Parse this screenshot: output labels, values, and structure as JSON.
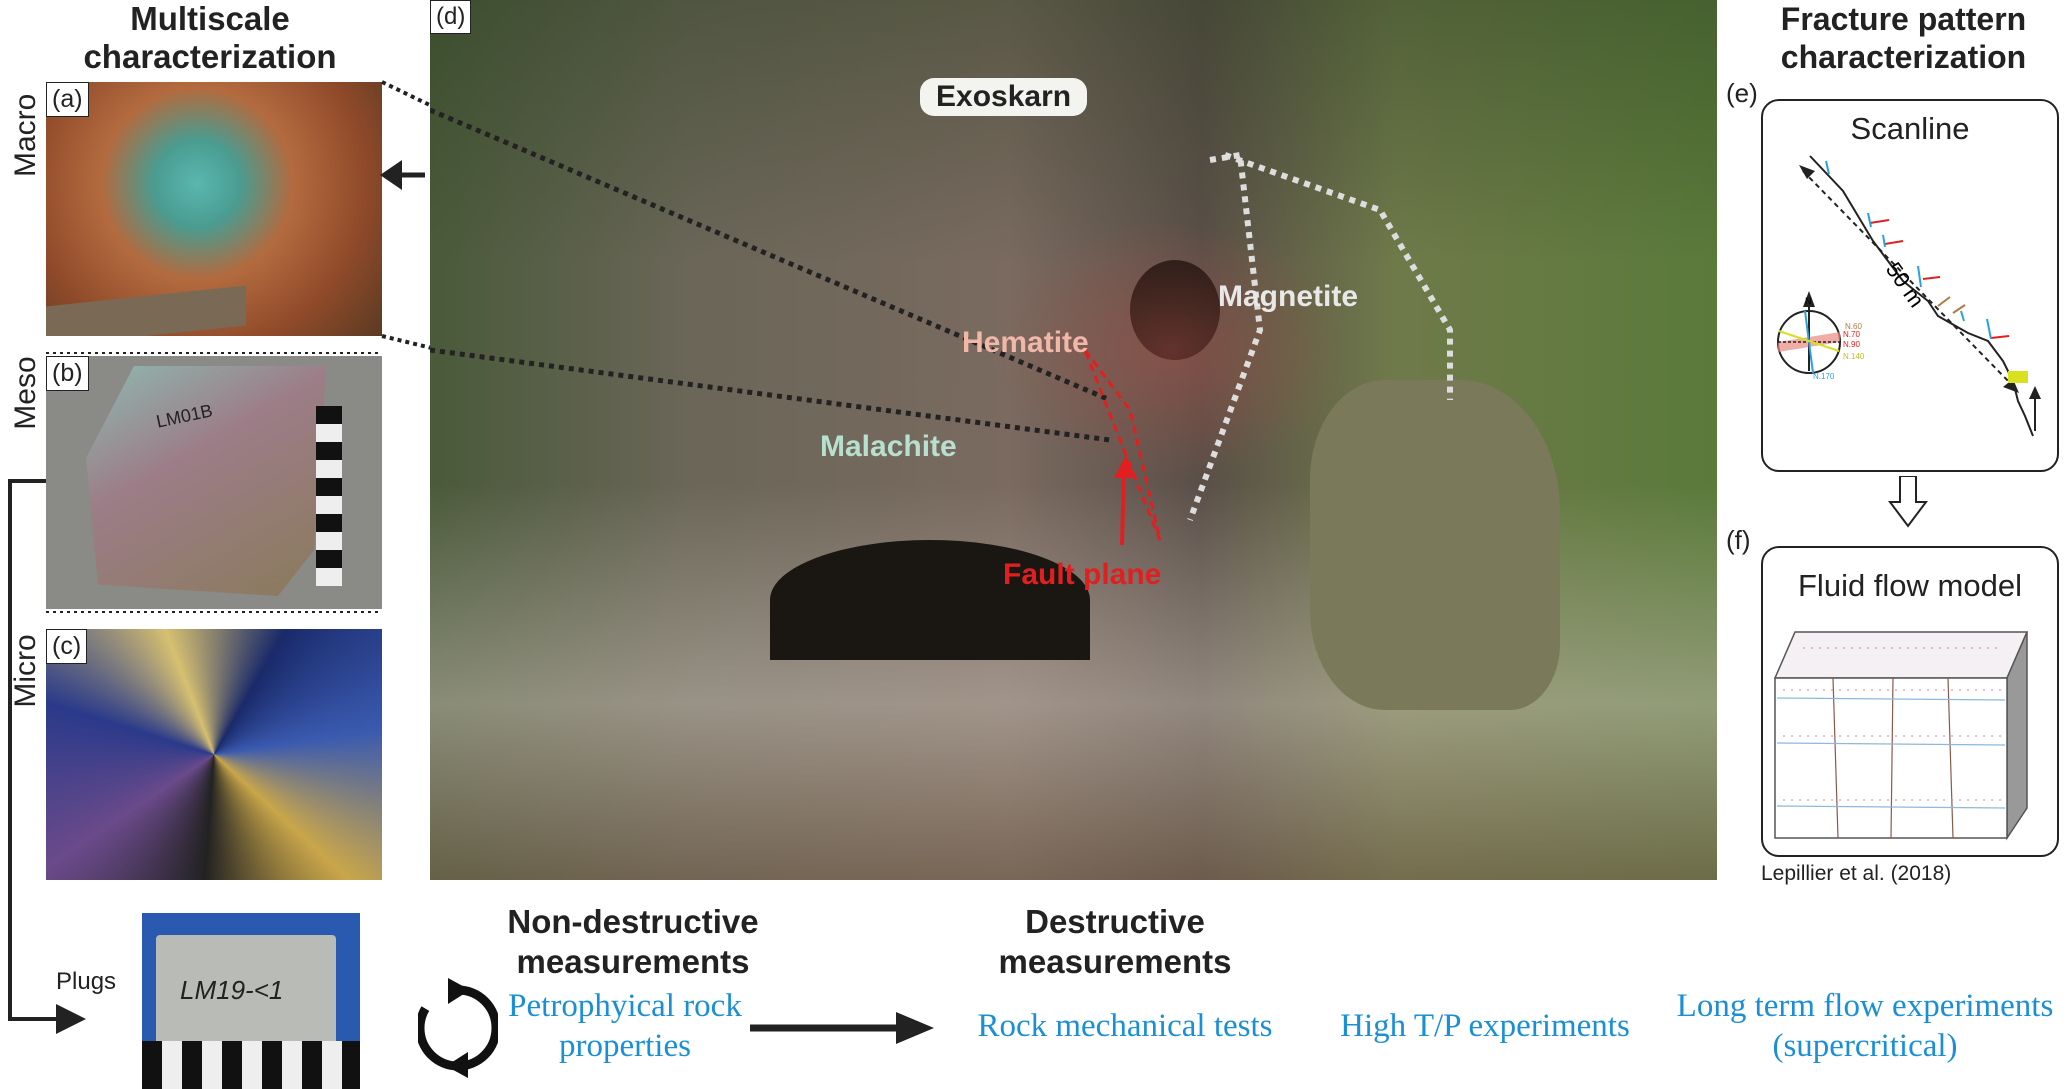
{
  "left": {
    "title": "Multiscale characterization",
    "scales": [
      "Macro",
      "Meso",
      "Micro"
    ],
    "panels": [
      "(a)",
      "(b)",
      "(c)"
    ],
    "sample_label": "LM01B",
    "plugs_label": "Plugs",
    "plug_text": "LM19-<1"
  },
  "main": {
    "panel": "(d)",
    "labels": {
      "exoskarn": "Exoskarn",
      "hematite": "Hematite",
      "magnetite": "Magnetite",
      "malachite": "Malachite",
      "fault": "Fault plane"
    }
  },
  "right": {
    "title": "Fracture pattern characterization",
    "e_label": "(e)",
    "scanline_title": "Scanline",
    "distance": "50 m",
    "compass": [
      "N",
      "N.60",
      "N.70",
      "N.90",
      "N.140",
      "N.170"
    ],
    "f_label": "(f)",
    "fluid_title": "Fluid flow model",
    "citation": "Lepillier et al. (2018)"
  },
  "bottom": {
    "nondestructive": "Non-destructive measurements",
    "petro": "Petrophyical rock properties",
    "destructive": "Destructive measurements",
    "rock_mech": "Rock mechanical tests",
    "hightp": "High T/P experiments",
    "longterm": "Long term flow experiments (supercritical)"
  },
  "colors": {
    "blue_text": "#1a8fd6",
    "fault_red": "#e02020"
  }
}
